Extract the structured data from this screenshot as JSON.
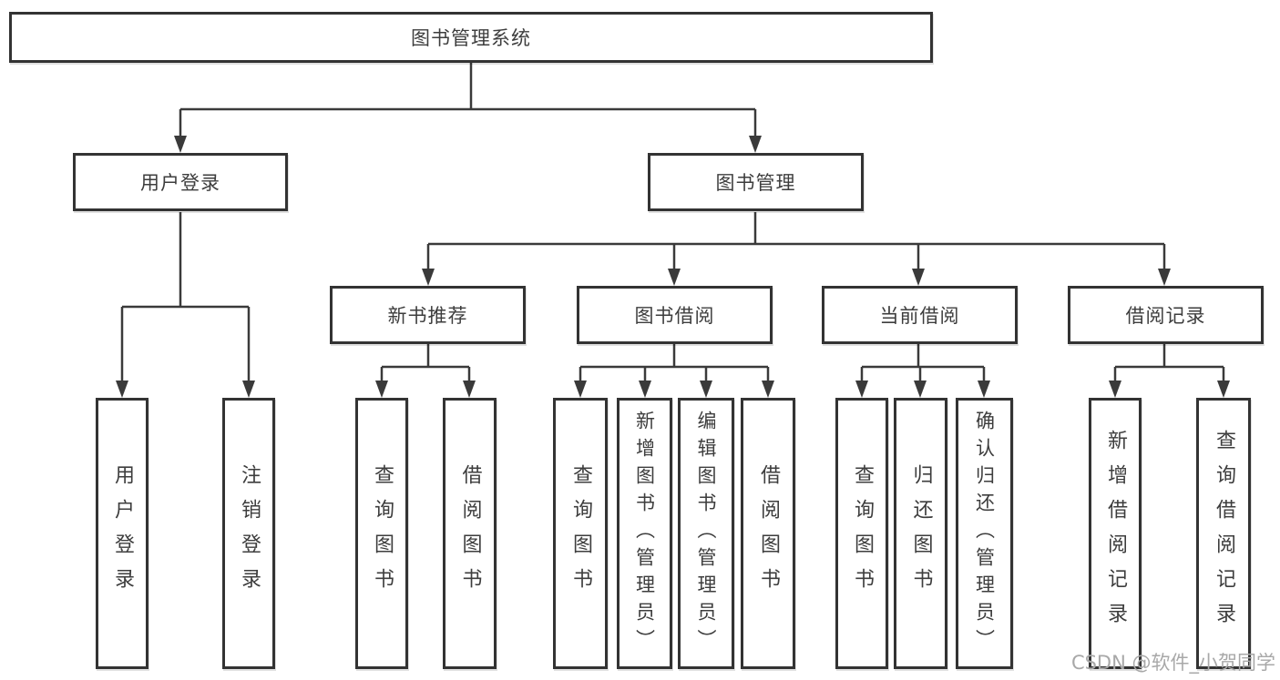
{
  "tree": {
    "root": {
      "label": "图书管理系统"
    },
    "branches": [
      {
        "label": "用户登录",
        "leaves": [
          "用户登录",
          "注销登录"
        ]
      },
      {
        "label": "图书管理",
        "subbranches": [
          {
            "label": "新书推荐",
            "leaves": [
              "查询图书",
              "借阅图书"
            ]
          },
          {
            "label": "图书借阅",
            "leaves": [
              "查询图书",
              "新增图书（管理员）",
              "编辑图书（管理员）",
              "借阅图书"
            ]
          },
          {
            "label": "当前借阅",
            "leaves": [
              "查询图书",
              "归还图书",
              "确认归还（管理员）"
            ]
          },
          {
            "label": "借阅记录",
            "leaves": [
              "新增借阅记录",
              "查询借阅记录"
            ]
          }
        ]
      }
    ]
  },
  "watermark": "CSDN @软件_小贺同学",
  "colors": {
    "line": "#3a3a3a",
    "box_border": "#333333",
    "text": "#3d3d3d",
    "background": "#ffffff",
    "watermark": "#a8a8a8"
  }
}
